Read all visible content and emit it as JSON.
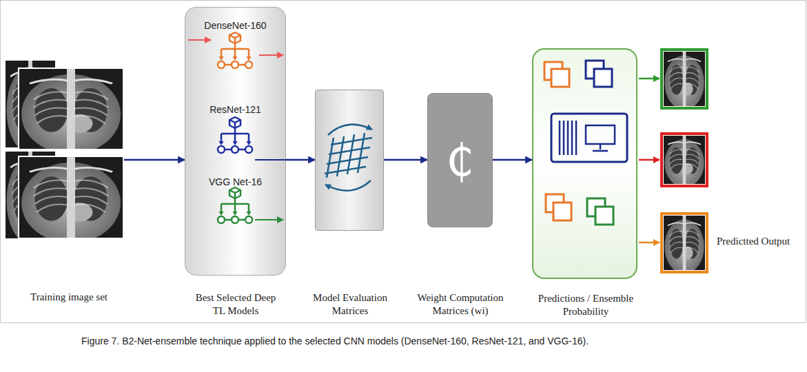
{
  "diagram": {
    "caption": "Figure 7. B2-Net-ensemble technique applied to the selected CNN models (DenseNet-160, ResNet-121, and VGG-16).",
    "nodes": [
      {
        "text": [
          "Training image set"
        ]
      },
      {
        "text": [
          "DenseNet-160",
          "ResNet-121",
          "VGG Net-16",
          "Best Selected Deep TL Models"
        ]
      },
      {
        "text": [
          "Model Evaluation Matrices"
        ]
      },
      {
        "text": [
          "₵",
          "Weight Computation Matrices (wi)"
        ]
      },
      {
        "text": [
          "Predictions / Ensemble Probability"
        ]
      }
    ],
    "edges": [
      {
        "from": 0,
        "to": 1,
        "arrow": "to"
      },
      {
        "from": 1,
        "to": 2,
        "arrow": "to"
      },
      {
        "from": 2,
        "to": 3,
        "arrow": "to"
      },
      {
        "from": 3,
        "to": 4,
        "arrow": "to"
      }
    ],
    "labels": [
      "Predictted Output"
    ]
  }
}
